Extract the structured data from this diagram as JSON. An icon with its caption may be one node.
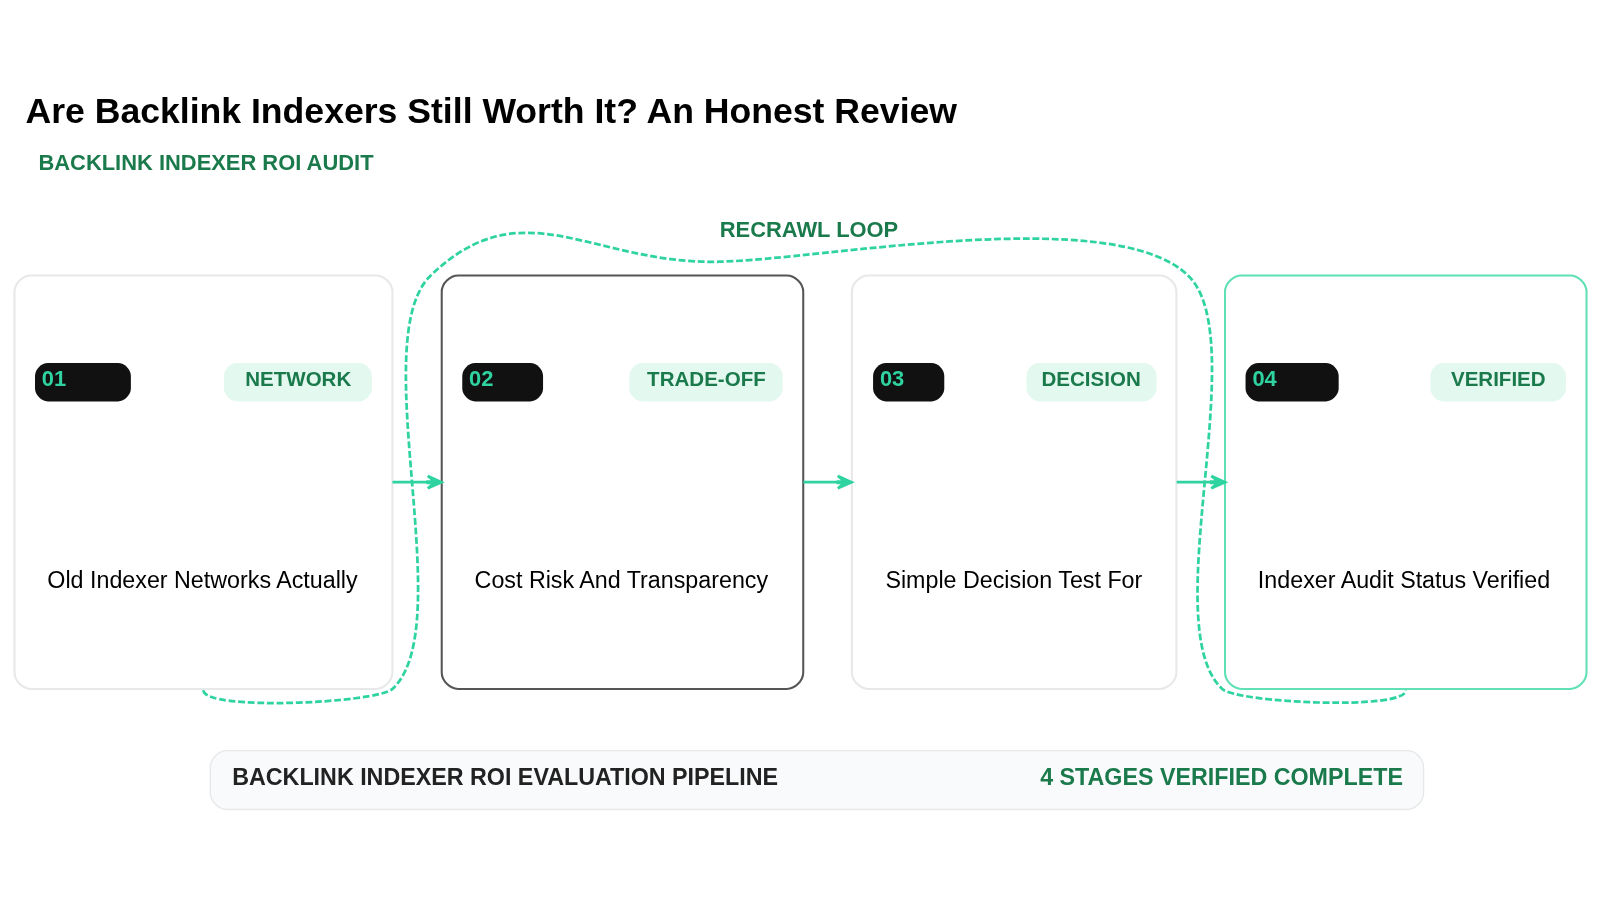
{
  "diagram": {
    "title": "Are Backlink Indexers Still Worth It? An Honest Review",
    "nodes": [
      {
        "text": [
          "01",
          "NETWORK",
          "Old Indexer Networks Actually"
        ]
      },
      {
        "text": [
          "02",
          "TRADE-OFF",
          "Cost Risk And Transparency"
        ]
      },
      {
        "text": [
          "03",
          "DECISION",
          "Simple Decision Test For"
        ]
      },
      {
        "text": [
          "04",
          "VERIFIED",
          "Indexer Audit Status Verified"
        ]
      },
      {
        "text": [
          "BACKLINK INDEXER ROI EVALUATION PIPELINE",
          "4 STAGES VERIFIED COMPLETE"
        ]
      }
    ],
    "edges": [
      {
        "from": 0,
        "to": 1,
        "arrow": "to"
      },
      {
        "from": 1,
        "to": 2,
        "arrow": "to"
      },
      {
        "from": 2,
        "to": 3,
        "arrow": "to"
      },
      {
        "from": 0,
        "to": 3,
        "arrow": "none",
        "label": "RECRAWL LOOP",
        "style": "dashed",
        "color": "#2ed3a0"
      }
    ],
    "labels": [
      "BACKLINK INDEXER ROI AUDIT"
    ]
  }
}
